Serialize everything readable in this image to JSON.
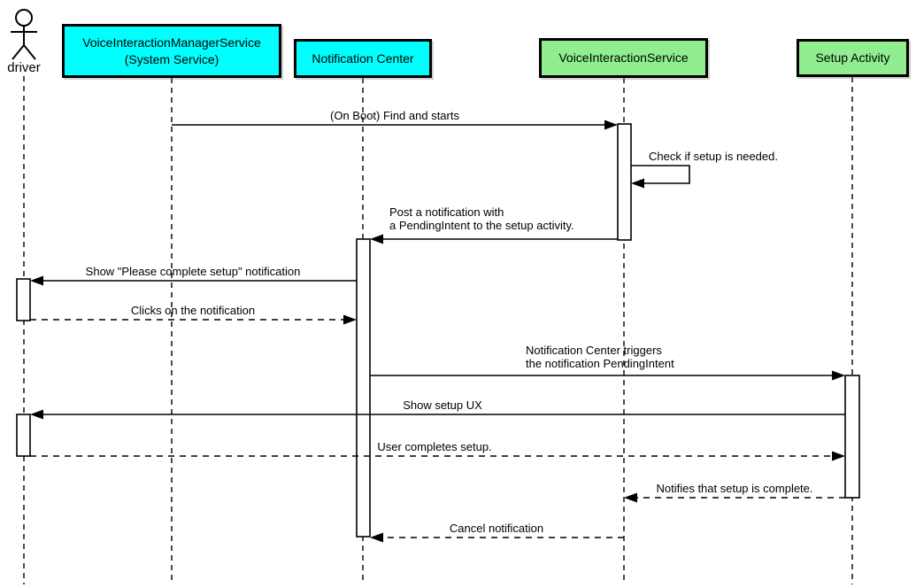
{
  "diagram_type": "uml-sequence-diagram",
  "colors": {
    "participant_cyan": "#00FFFF",
    "participant_green": "#90EE90",
    "line": "#000000",
    "activation_fill": "#FFFFFF",
    "background": "#FFFFFF"
  },
  "actor": {
    "label": "driver"
  },
  "participants": [
    {
      "line1": "VoiceInteractionManagerService",
      "line2": "(System Service)",
      "color": "#00FFFF"
    },
    {
      "label": "Notification Center",
      "color": "#00FFFF"
    },
    {
      "label": "VoiceInteractionService",
      "color": "#90EE90"
    },
    {
      "label": "Setup Activity",
      "color": "#90EE90"
    }
  ],
  "messages": [
    {
      "label": "(On Boot) Find and starts",
      "from": "VoiceInteractionManagerService (System Service)",
      "to": "VoiceInteractionService",
      "style": "solid"
    },
    {
      "label": "Check if setup is needed.",
      "from": "VoiceInteractionService",
      "to": "VoiceInteractionService",
      "style": "solid-self"
    },
    {
      "label": "Post a notification with\na PendingIntent to the setup activity.",
      "from": "VoiceInteractionService",
      "to": "Notification Center",
      "style": "solid"
    },
    {
      "label": "Show \"Please complete setup\" notification",
      "from": "Notification Center",
      "to": "driver",
      "style": "solid"
    },
    {
      "label": "Clicks on the notification",
      "from": "driver",
      "to": "Notification Center",
      "style": "dashed"
    },
    {
      "label": "Notification Center triggers\nthe notification PendingIntent",
      "from": "Notification Center",
      "to": "Setup Activity",
      "style": "solid"
    },
    {
      "label": "Show setup UX",
      "from": "Setup Activity",
      "to": "driver",
      "style": "solid"
    },
    {
      "label": "User completes setup.",
      "from": "driver",
      "to": "Setup Activity",
      "style": "dashed"
    },
    {
      "label": "Notifies that setup is complete.",
      "from": "Setup Activity",
      "to": "VoiceInteractionService",
      "style": "dashed"
    },
    {
      "label": "Cancel notification",
      "from": "VoiceInteractionService",
      "to": "Notification Center",
      "style": "dashed"
    }
  ]
}
